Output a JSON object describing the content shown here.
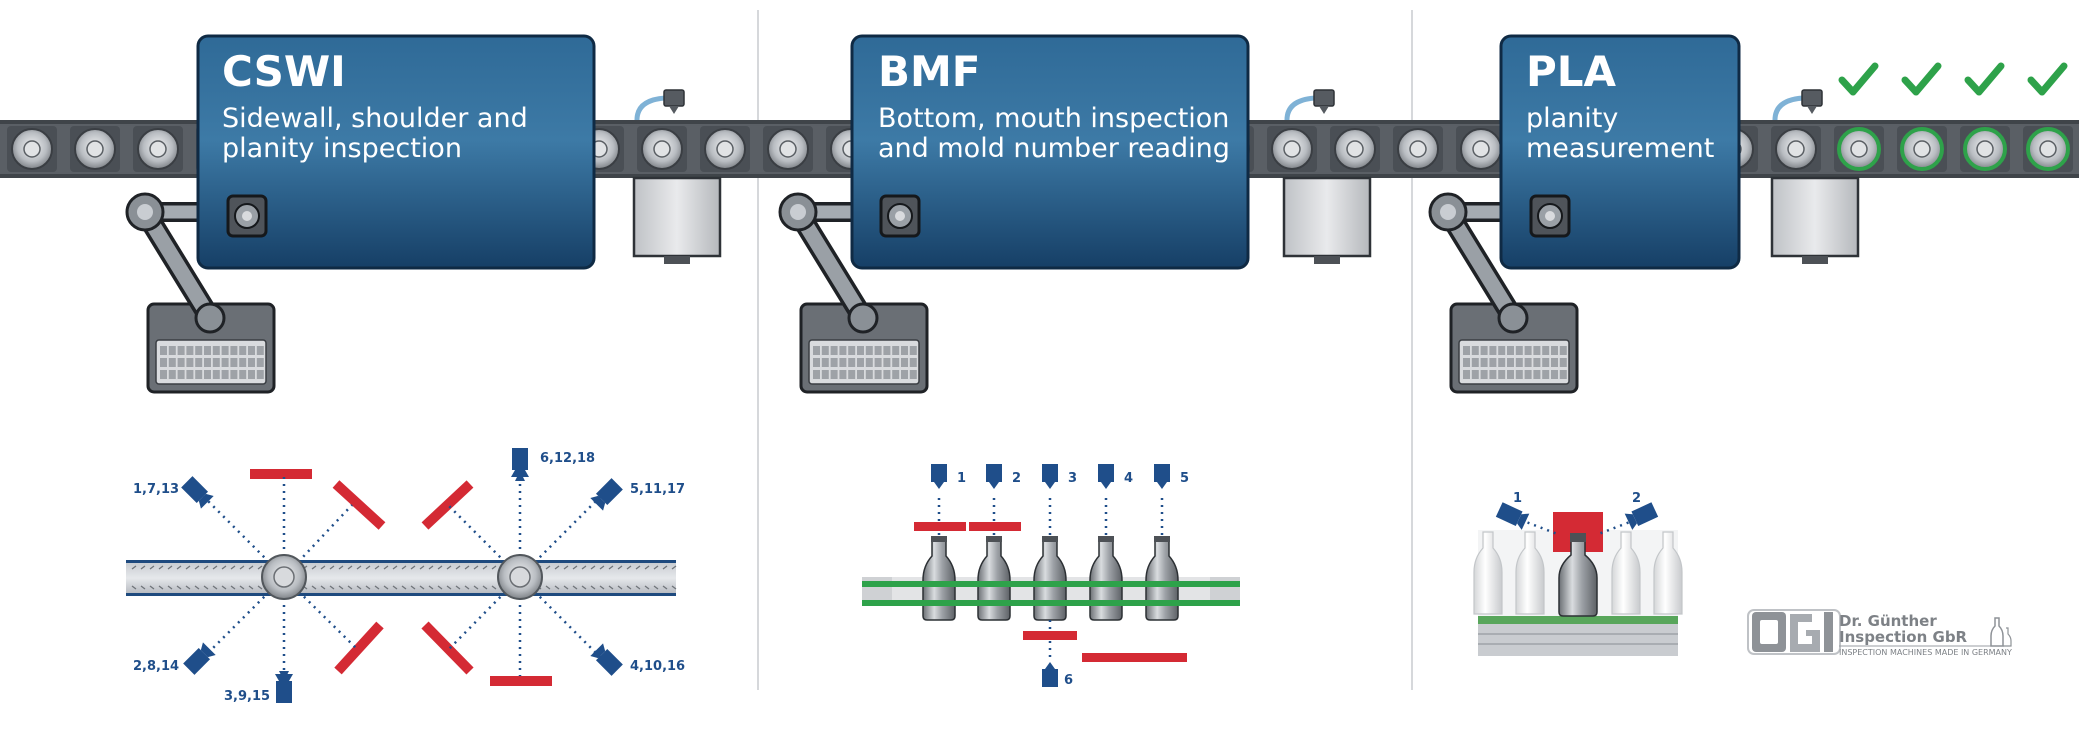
{
  "stations": [
    {
      "title": "CSWI",
      "subtitle": [
        "Sidewall, shoulder and",
        "planity inspection"
      ]
    },
    {
      "title": "BMF",
      "subtitle": [
        "Bottom, mouth inspection",
        "and mold number reading"
      ]
    },
    {
      "title": "PLA",
      "subtitle": [
        "planity",
        "measurement"
      ]
    }
  ],
  "cswi_cameras": [
    "1,7,13",
    "6,12,18",
    "5,11,17",
    "2,8,14",
    "3,9,15",
    "4,10,16"
  ],
  "bmf_cameras": [
    "1",
    "2",
    "3",
    "4",
    "5",
    "6"
  ],
  "pla_cameras": [
    "1",
    "2"
  ],
  "logo": {
    "name_line1": "Dr. Günther",
    "name_line2": "Inspection GbR",
    "tagline": "INSPECTION MACHINES MADE IN GERMANY"
  },
  "colors": {
    "box": "#1d4f7a",
    "accent_blue": "#1f4e8a",
    "accent_red": "#d42a34",
    "green": "#2ea24a",
    "conveyor": "#7a7f86"
  }
}
